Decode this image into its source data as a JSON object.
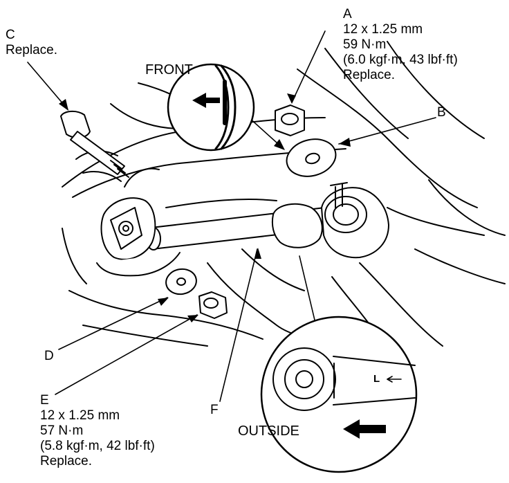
{
  "callouts": {
    "A": {
      "letter": "A",
      "lines": [
        "12 x 1.25 mm",
        "59 N·m",
        "(6.0 kgf·m, 43 lbf·ft)",
        "Replace."
      ]
    },
    "B": {
      "letter": "B"
    },
    "C": {
      "letter": "C",
      "lines": [
        "Replace."
      ]
    },
    "D": {
      "letter": "D"
    },
    "E": {
      "letter": "E",
      "lines": [
        "12 x 1.25 mm",
        "57 N·m",
        "(5.8 kgf·m, 42 lbf·ft)",
        "Replace."
      ]
    },
    "F": {
      "letter": "F"
    }
  },
  "detail_front": {
    "label": "FRONT"
  },
  "detail_outside": {
    "label": "OUTSIDE",
    "mark": "L"
  }
}
